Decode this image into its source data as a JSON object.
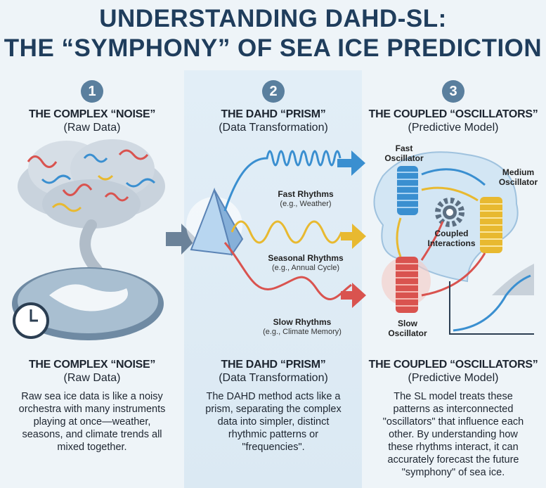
{
  "title": {
    "line1": "UNDERSTANDING DAHD-SL:",
    "line2": "THE “SYMPHONY” OF SEA ICE PREDICTION"
  },
  "columns": [
    {
      "number": "1",
      "heading": "THE COMPLEX “NOISE”",
      "subheading": "(Raw Data)",
      "body": "Raw sea ice data is like a noisy orchestra with many instruments playing at once—weather, seasons, and climate trends all mixed together."
    },
    {
      "number": "2",
      "heading": "THE DAHD “PRISM”",
      "subheading": "(Data Transformation)",
      "body": "The DAHD method acts like a prism, separating the complex data into simpler, distinct rhythmic patterns or \"frequencies\"."
    },
    {
      "number": "3",
      "heading": "THE COUPLED “OSCILLATORS”",
      "subheading": "(Predictive Model)",
      "body": "The SL model treats these patterns as interconnected \"oscillators\" that influence each other. By understanding how these rhythms interact, it can accurately forecast the future \"symphony\" of sea ice."
    }
  ],
  "rhythms": [
    {
      "name": "Fast Rhythms",
      "example": "(e.g., Weather)",
      "color": "#3a8fd0"
    },
    {
      "name": "Seasonal Rhythms",
      "example": "(e.g., Annual Cycle)",
      "color": "#e8b930"
    },
    {
      "name": "Slow Rhythms",
      "example": "(e.g., Climate Memory)",
      "color": "#d9534f"
    }
  ],
  "oscillators": {
    "fast": [
      "Fast",
      "Oscillator"
    ],
    "medium": [
      "Medium",
      "Oscillator"
    ],
    "slow": [
      "Slow",
      "Oscillator"
    ],
    "coupled": [
      "Coupled",
      "Interactions"
    ]
  }
}
